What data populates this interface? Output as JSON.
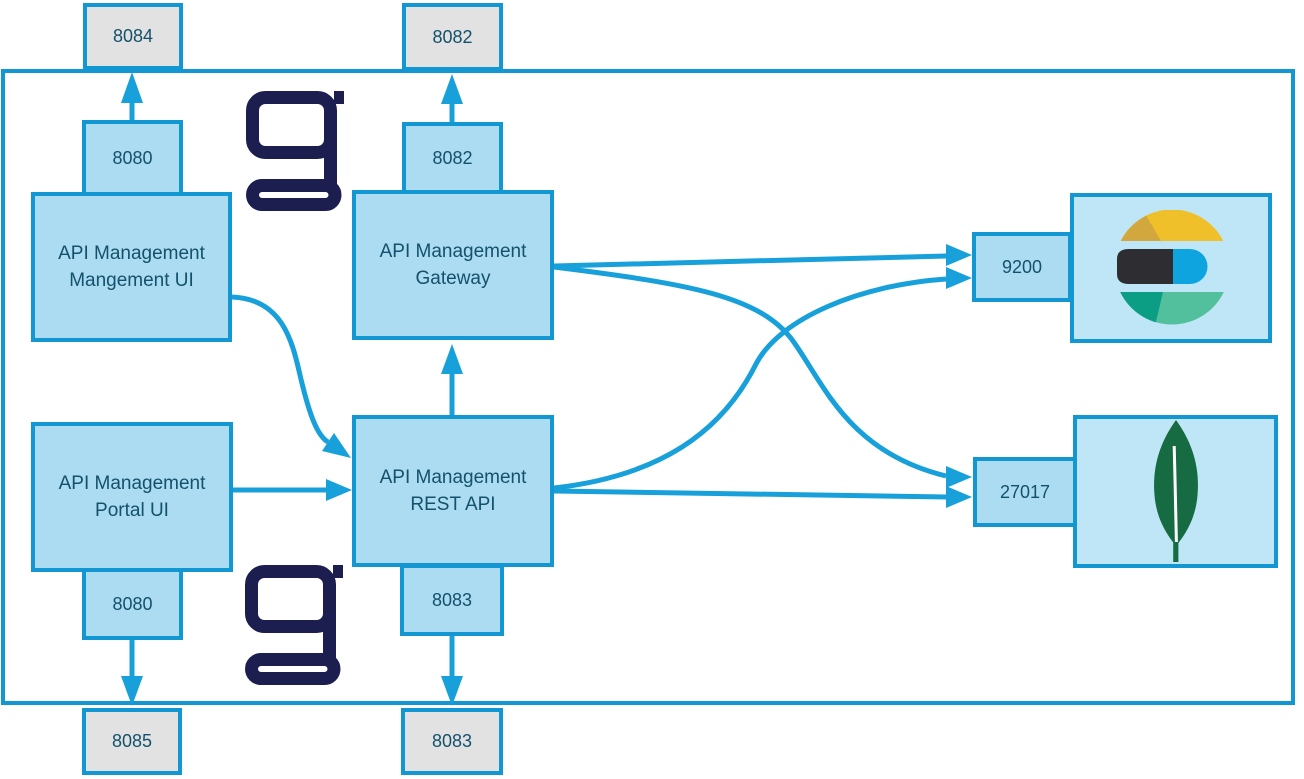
{
  "nodes": {
    "management_ui": {
      "line1": "API Management",
      "line2": "Mangement UI"
    },
    "gateway": {
      "line1": "API Management",
      "line2": "Gateway"
    },
    "portal_ui": {
      "line1": "API Management",
      "line2": "Portal UI"
    },
    "rest_api": {
      "line1": "API Management",
      "line2": "REST API"
    }
  },
  "ports": {
    "management_ui_external": "8084",
    "management_ui_internal": "8080",
    "gateway_external": "8082",
    "gateway_internal": "8082",
    "portal_ui_internal": "8080",
    "portal_ui_external": "8085",
    "rest_api_internal": "8083",
    "rest_api_external": "8083",
    "elasticsearch": "9200",
    "mongodb": "27017"
  },
  "icons": {
    "gravitee": "gravitee-g-logo",
    "elasticsearch": "elasticsearch-logo",
    "mongodb": "mongodb-leaf-logo"
  },
  "colors": {
    "line": "#18a0db",
    "border": "#1297d3",
    "node_fill": "#abdcf1",
    "db_fill": "#bfe6f6",
    "gray_fill": "#e2e2e2",
    "text": "#14516c",
    "navy": "#1b1e4f",
    "mongo_green": "#176b43",
    "es_yellow": "#f0c02a",
    "es_mustard": "#d2a73e",
    "es_black": "#2e2d32",
    "es_blue": "#0ea4df",
    "es_teal": "#0b9e85",
    "es_green": "#52bf9d"
  }
}
